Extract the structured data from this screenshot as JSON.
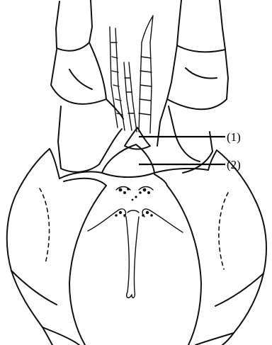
{
  "figure": {
    "callouts": [
      {
        "id": "1",
        "label": "(1)"
      },
      {
        "id": "2",
        "label": "(2)"
      }
    ],
    "colors": {
      "ink": "#111111",
      "background": "#ffffff"
    }
  }
}
